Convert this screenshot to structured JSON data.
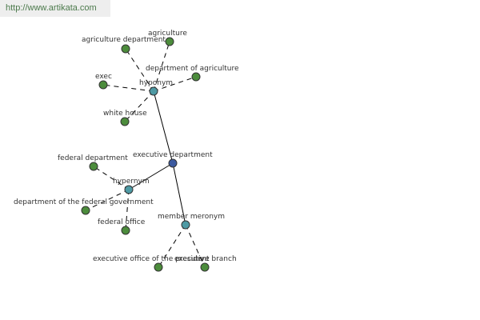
{
  "watermark": {
    "text": "http://www.artikata.com"
  },
  "colors": {
    "leaf": "#4c8c3c",
    "relation": "#4e9aa4",
    "center": "#3c5aa0"
  },
  "graph": {
    "nodes": [
      {
        "id": "executive-department",
        "label": "executive department",
        "kind": "center"
      },
      {
        "id": "hyponym",
        "label": "hyponym",
        "kind": "relation"
      },
      {
        "id": "hypernym",
        "label": "hypernym",
        "kind": "relation"
      },
      {
        "id": "member-meronym",
        "label": "member meronym",
        "kind": "relation"
      },
      {
        "id": "agriculture-department",
        "label": "agriculture department",
        "kind": "leaf"
      },
      {
        "id": "agriculture",
        "label": "agriculture",
        "kind": "leaf"
      },
      {
        "id": "department-of-agriculture",
        "label": "department of agriculture",
        "kind": "leaf"
      },
      {
        "id": "exec",
        "label": "exec",
        "kind": "leaf"
      },
      {
        "id": "white-house",
        "label": "white house",
        "kind": "leaf"
      },
      {
        "id": "federal-department",
        "label": "federal department",
        "kind": "leaf"
      },
      {
        "id": "department-of-the-federal-government",
        "label": "department of the federal government",
        "kind": "leaf"
      },
      {
        "id": "federal-office",
        "label": "federal office",
        "kind": "leaf"
      },
      {
        "id": "executive-office-of-the-president",
        "label": "executive office of the president",
        "kind": "leaf"
      },
      {
        "id": "executive-branch",
        "label": "executive branch",
        "kind": "leaf"
      }
    ],
    "edges": [
      {
        "from": "executive-department",
        "to": "hyponym",
        "style": "solid"
      },
      {
        "from": "executive-department",
        "to": "hypernym",
        "style": "solid"
      },
      {
        "from": "executive-department",
        "to": "member-meronym",
        "style": "solid"
      },
      {
        "from": "hyponym",
        "to": "agriculture-department",
        "style": "dashed"
      },
      {
        "from": "hyponym",
        "to": "agriculture",
        "style": "dashed"
      },
      {
        "from": "hyponym",
        "to": "department-of-agriculture",
        "style": "dashed"
      },
      {
        "from": "hyponym",
        "to": "exec",
        "style": "dashed"
      },
      {
        "from": "hyponym",
        "to": "white-house",
        "style": "dashed"
      },
      {
        "from": "hypernym",
        "to": "federal-department",
        "style": "dashed"
      },
      {
        "from": "hypernym",
        "to": "department-of-the-federal-government",
        "style": "dashed"
      },
      {
        "from": "hypernym",
        "to": "federal-office",
        "style": "dashed"
      },
      {
        "from": "member-meronym",
        "to": "executive-office-of-the-president",
        "style": "dashed"
      },
      {
        "from": "member-meronym",
        "to": "executive-branch",
        "style": "dashed"
      }
    ]
  }
}
